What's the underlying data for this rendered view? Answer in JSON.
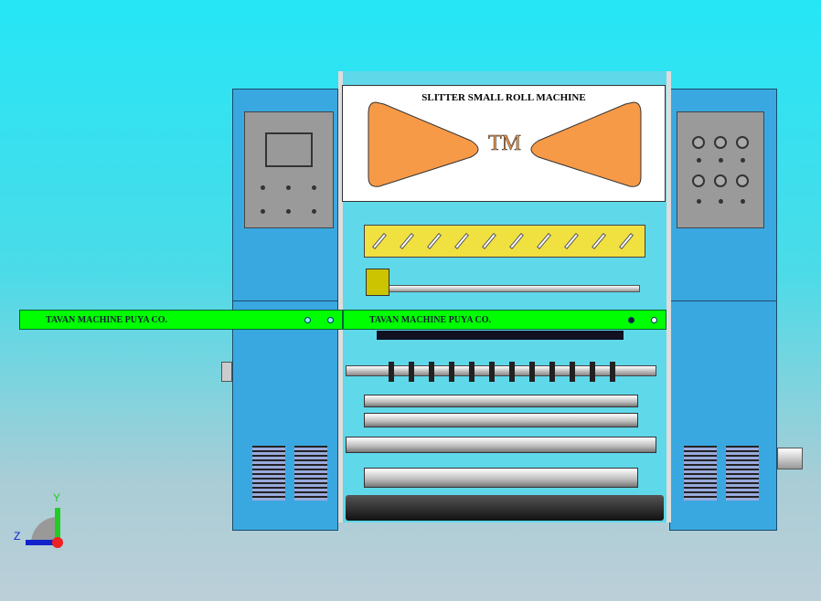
{
  "machine": {
    "title": "SLITTER SMALL ROLL MACHINE",
    "logo": "TM",
    "bar_left_label": "TAVAN  MACHINE PUYA CO.",
    "bar_right_label": "TAVAN  MACHINE PUYA CO."
  },
  "triad": {
    "y_label": "Y",
    "z_label": "Z"
  },
  "colors": {
    "body": "#3aa8e0",
    "bar": "#00ff00",
    "logo_shape": "#f79a48",
    "roller": "#f0e040"
  }
}
